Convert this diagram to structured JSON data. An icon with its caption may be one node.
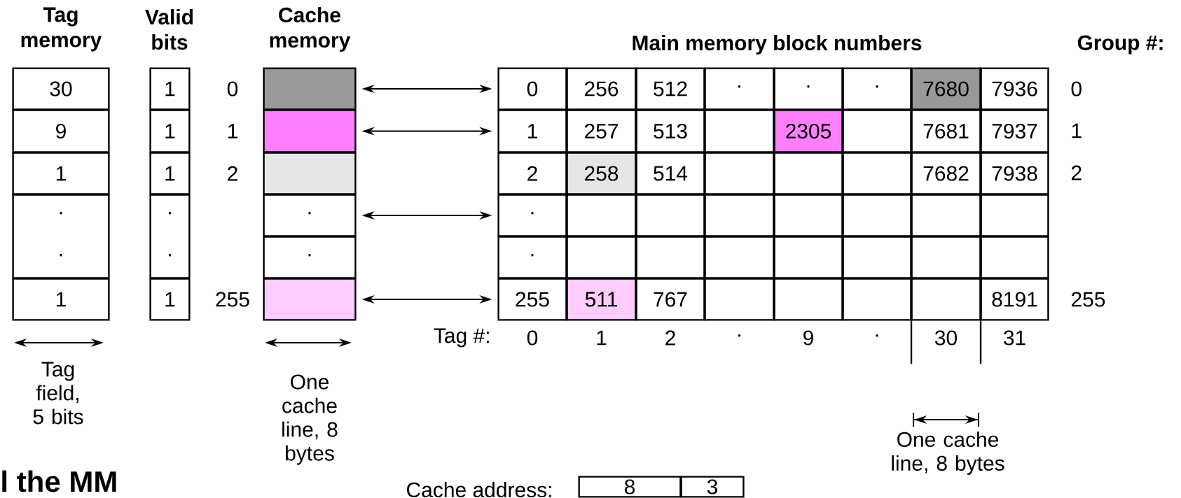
{
  "diagram": {
    "nodes": [
      {
        "text": [
          "30"
        ]
      },
      {
        "text": [
          "9"
        ]
      },
      {
        "text": [
          "1"
        ]
      },
      {
        "text": [
          "·",
          "·"
        ]
      },
      {
        "text": [
          "1"
        ]
      },
      {
        "text": [
          "1"
        ]
      },
      {
        "text": [
          "1"
        ]
      },
      {
        "text": [
          "1"
        ]
      },
      {
        "text": [
          "·",
          "·"
        ]
      },
      {
        "text": [
          "1"
        ]
      },
      {
        "text": [],
        "shape": "box",
        "beside": [
          "0"
        ]
      },
      {
        "text": [],
        "shape": "box",
        "beside": [
          "1"
        ]
      },
      {
        "text": [],
        "shape": "box",
        "beside": [
          "2"
        ]
      },
      {
        "text": [
          "·"
        ]
      },
      {
        "text": [
          "·"
        ]
      },
      {
        "text": [],
        "shape": "box",
        "beside": [
          "255"
        ]
      },
      {
        "text": [
          "0"
        ]
      },
      {
        "text": [
          "256"
        ]
      },
      {
        "text": [
          "512"
        ]
      },
      {
        "text": [
          "·"
        ]
      },
      {
        "text": [
          "·"
        ]
      },
      {
        "text": [
          "·"
        ]
      },
      {
        "text": [
          "7680"
        ]
      },
      {
        "text": [
          "7936"
        ]
      },
      {
        "text": [
          "1"
        ]
      },
      {
        "text": [
          "257"
        ]
      },
      {
        "text": [
          "513"
        ]
      },
      {
        "text": [],
        "shape": "box"
      },
      {
        "text": [
          "2305"
        ]
      },
      {
        "text": [],
        "shape": "box"
      },
      {
        "text": [
          "7681"
        ]
      },
      {
        "text": [
          "7937"
        ]
      },
      {
        "text": [
          "2"
        ]
      },
      {
        "text": [
          "258"
        ]
      },
      {
        "text": [
          "514"
        ]
      },
      {
        "text": [],
        "shape": "box"
      },
      {
        "text": [],
        "shape": "box"
      },
      {
        "text": [],
        "shape": "box"
      },
      {
        "text": [
          "7682"
        ]
      },
      {
        "text": [
          "7938"
        ]
      },
      {
        "text": [
          "·"
        ]
      },
      {
        "text": [],
        "shape": "box"
      },
      {
        "text": [],
        "shape": "box"
      },
      {
        "text": [],
        "shape": "box"
      },
      {
        "text": [],
        "shape": "box"
      },
      {
        "text": [],
        "shape": "box"
      },
      {
        "text": [],
        "shape": "box"
      },
      {
        "text": [],
        "shape": "box"
      },
      {
        "text": [
          "·"
        ]
      },
      {
        "text": [],
        "shape": "box"
      },
      {
        "text": [],
        "shape": "box"
      },
      {
        "text": [],
        "shape": "box"
      },
      {
        "text": [],
        "shape": "box"
      },
      {
        "text": [],
        "shape": "box"
      },
      {
        "text": [],
        "shape": "box"
      },
      {
        "text": [],
        "shape": "box"
      },
      {
        "text": [
          "255"
        ]
      },
      {
        "text": [
          "511"
        ]
      },
      {
        "text": [
          "767"
        ]
      },
      {
        "text": [],
        "shape": "box"
      },
      {
        "text": [],
        "shape": "box"
      },
      {
        "text": [],
        "shape": "box"
      },
      {
        "text": [],
        "shape": "box"
      },
      {
        "text": [
          "8191"
        ]
      },
      {
        "text": [
          "8"
        ]
      },
      {
        "text": [
          "3"
        ]
      }
    ],
    "edges": [
      {
        "from": 10,
        "to": 16,
        "arrow": "both"
      },
      {
        "from": 11,
        "to": 24,
        "arrow": "both"
      },
      {
        "from": 13,
        "to": 40,
        "arrow": "both"
      },
      {
        "from": 15,
        "to": 56,
        "arrow": "both"
      }
    ],
    "labels": [
      "Tag memory",
      "Valid bits",
      "Cache memory",
      "Main memory block numbers",
      "Group #:",
      "0",
      "1",
      "2",
      "255",
      "Tag #:",
      "0",
      "1",
      "2",
      "·",
      "9",
      "·",
      "30",
      "31",
      "Tag field, 5 bits",
      "One cache line, 8 bytes",
      "One cache line, 8 bytes",
      "l the MM",
      "Cache address:"
    ]
  }
}
